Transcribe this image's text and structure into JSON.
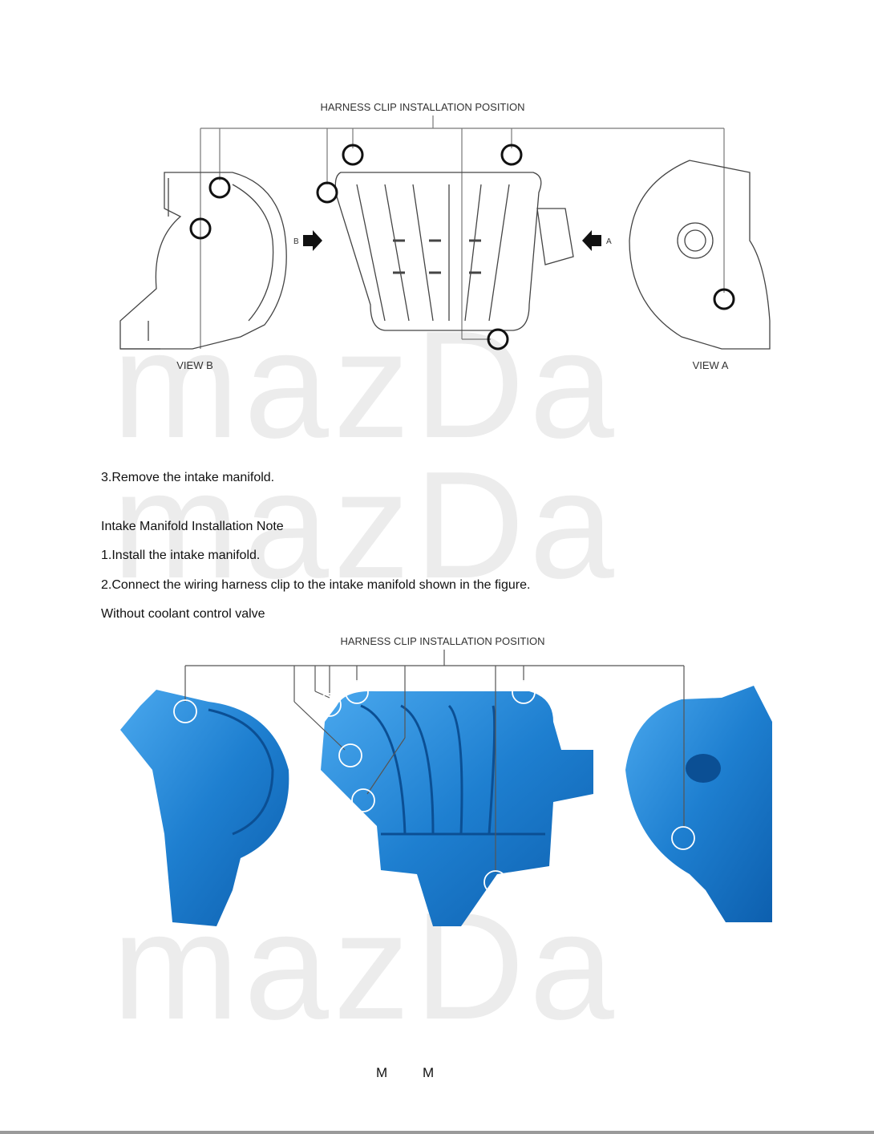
{
  "watermark": "mazDa",
  "figure1": {
    "title": "HARNESS CLIP INSTALLATION POSITION",
    "arrow_b": "B",
    "arrow_a": "A",
    "view_b": "VIEW B",
    "view_a": "VIEW A"
  },
  "steps": {
    "remove": "3.Remove the intake manifold.",
    "note_heading": "Intake Manifold Installation Note",
    "install": "1.Install the intake manifold.",
    "connect": "2.Connect the wiring harness clip to the intake manifold shown in the figure.",
    "variant": "Without coolant control valve"
  },
  "figure2": {
    "title": "HARNESS CLIP INSTALLATION POSITION",
    "part_color": "#1e7fd0"
  },
  "footer": {
    "left": "M",
    "right": "M"
  }
}
